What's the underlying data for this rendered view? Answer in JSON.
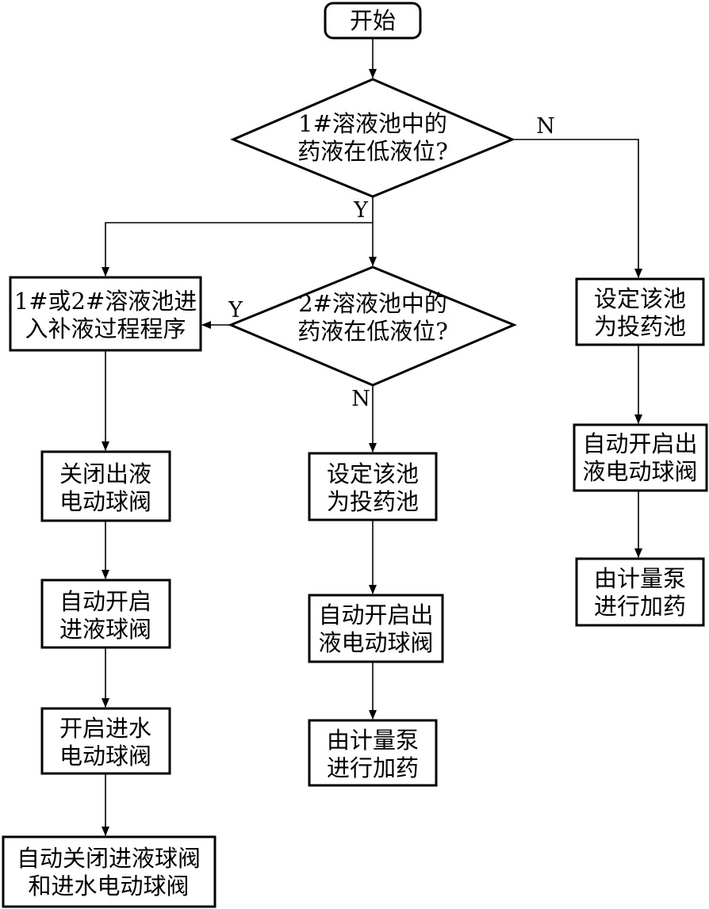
{
  "start": "开始",
  "decision1": {
    "line1": "1#溶液池中的",
    "line2": "药液在低液位?"
  },
  "decision2": {
    "line1": "2#溶液池中的",
    "line2": "药液在低液位?"
  },
  "left": {
    "refill": {
      "line1": "1#或2#溶液池进",
      "line2": "入补液过程程序"
    },
    "close_outlet": {
      "line1": "关闭出液",
      "line2": "电动球阀"
    },
    "open_inlet": {
      "line1": "自动开启",
      "line2": "进液球阀"
    },
    "open_water": {
      "line1": "开启进水",
      "line2": "电动球阀"
    },
    "close_all": {
      "line1": "自动关闭进液球阀",
      "line2": "和进水电动球阀"
    }
  },
  "middle": {
    "set_pool": {
      "line1": "设定该池",
      "line2": "为投药池"
    },
    "open_outlet": {
      "line1": "自动开启出",
      "line2": "液电动球阀"
    },
    "dosing": {
      "line1": "由计量泵",
      "line2": "进行加药"
    }
  },
  "right": {
    "set_pool": {
      "line1": "设定该池",
      "line2": "为投药池"
    },
    "open_outlet": {
      "line1": "自动开启出",
      "line2": "液电动球阀"
    },
    "dosing": {
      "line1": "由计量泵",
      "line2": "进行加药"
    }
  },
  "labels": {
    "d1_yes": "Y",
    "d1_no": "N",
    "d2_yes": "Y",
    "d2_no": "N"
  }
}
